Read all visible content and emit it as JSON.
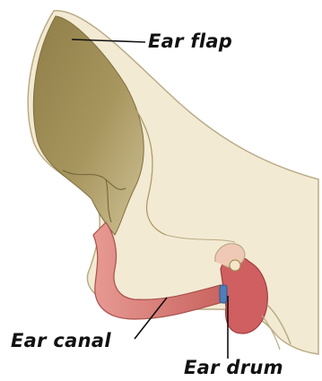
{
  "diagram": {
    "labels": {
      "ear_flap": "Ear flap",
      "ear_canal": "Ear canal",
      "ear_drum": "Ear drum"
    },
    "colors": {
      "skin": "#f3ead3",
      "skin_outline": "#b9ab86",
      "flap_inner": "#a08f58",
      "flap_inner_light": "#c8b98a",
      "canal": "#d97d79",
      "canal_dark": "#b8524f",
      "drum": "#4f7fb8",
      "leader_line": "#111111"
    }
  }
}
